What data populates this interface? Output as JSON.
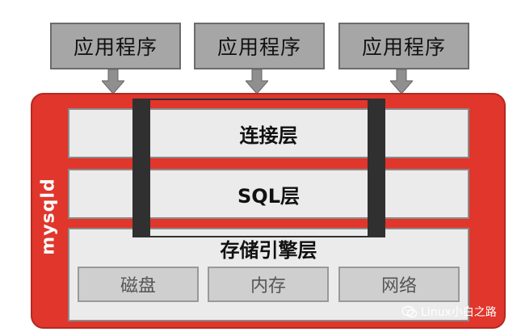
{
  "apps": [
    {
      "label": "应用程序"
    },
    {
      "label": "应用程序"
    },
    {
      "label": "应用程序"
    }
  ],
  "server_label": "mysqld",
  "layers": {
    "connection": "连接层",
    "sql": "SQL层",
    "storage_engine": "存储引擎层"
  },
  "devices": [
    {
      "label": "磁盘"
    },
    {
      "label": "内存"
    },
    {
      "label": "网络"
    }
  ],
  "watermark": "Linux小白之路",
  "colors": {
    "container_red": "#e0362c",
    "app_gray": "#a6a6a6",
    "layer_gray": "#ebebeb",
    "device_gray": "#cfcfcf",
    "bar_dark": "#303030"
  }
}
